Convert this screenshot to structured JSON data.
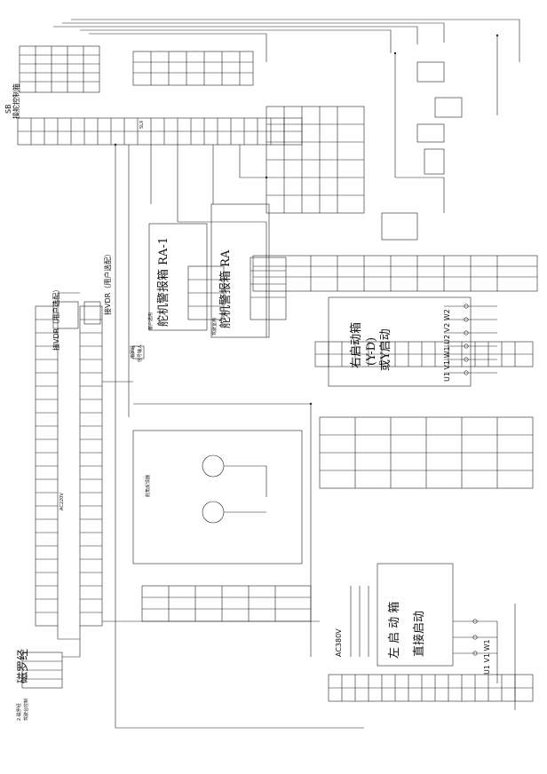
{
  "labels": {
    "sb_code": "SB",
    "sb_text": "操舵控制箱",
    "slx": "SLX",
    "tjx": "接VDR（用户选配）",
    "ra1_box": "舵机警报箱  RA-1",
    "ra1_sub": "客户选用",
    "ra_box": "舵机警报箱  RA",
    "ra_sub": "驾驶室用",
    "right_box_title": "右启动箱",
    "right_box_sub1": "(Y-D)",
    "right_box_sub2": "或Y启动",
    "left_box_title": "左 启 动 箱",
    "left_box_sub": "直接启动",
    "ac380": "AC380V",
    "rudder_feedback": "舵角反馈器",
    "gyro": "磁罗经",
    "gyro_note1": "2.磁罗经",
    "gyro_note2": "驾驶台控制",
    "electric_compass": "电罗经",
    "electric_compass2": "信号输入",
    "vdr2": "接VDR（用户选配）",
    "ac220": "AC220V",
    "uvw_right": "U1 V1 W1 U2 V2 W2",
    "uvw_left": "U1 V1 W1"
  }
}
